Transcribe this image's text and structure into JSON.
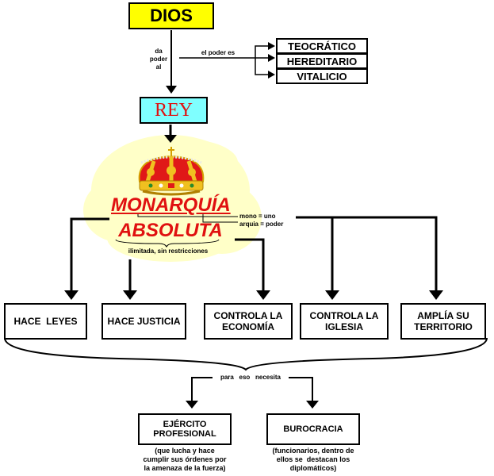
{
  "top": {
    "dios": "DIOS",
    "rey": "REY",
    "da_poder_al": [
      "da",
      "poder",
      "al"
    ],
    "el_poder_es": "el poder es"
  },
  "power_types": [
    "TEOCRÁTICO",
    "HEREDITARIO",
    "VITALICIO"
  ],
  "monarquia": {
    "line1": "MONARQUÍA",
    "line2": "ABSOLUTA",
    "subtitle": "ilimitada, sin restricciones",
    "etymology": [
      "mono = uno",
      "arquia = poder"
    ]
  },
  "functions": [
    [
      "HACE  LEYES"
    ],
    [
      "HACE JUSTICIA"
    ],
    [
      "CONTROLA LA",
      "ECONOMÍA"
    ],
    [
      "CONTROLA LA",
      "IGLESIA"
    ],
    [
      "AMPLÍA SU",
      "TERRITORIO"
    ]
  ],
  "needs_label": "para   eso   necesita",
  "needs": [
    {
      "title": [
        "EJÉRCITO",
        "PROFESIONAL"
      ],
      "note": [
        "(que lucha y hace",
        "cumplir sus órdenes por",
        "la amenaza de la fuerza)"
      ]
    },
    {
      "title": [
        "BUROCRACIA"
      ],
      "note": [
        "(funcionarios, dentro de",
        "ellos se  destacan los",
        "diplomáticos)"
      ]
    }
  ],
  "colors": {
    "dios_bg": "#ffff00",
    "rey_bg": "#7fffff",
    "red_text": "#e01010",
    "cloud": "#ffffc8"
  }
}
